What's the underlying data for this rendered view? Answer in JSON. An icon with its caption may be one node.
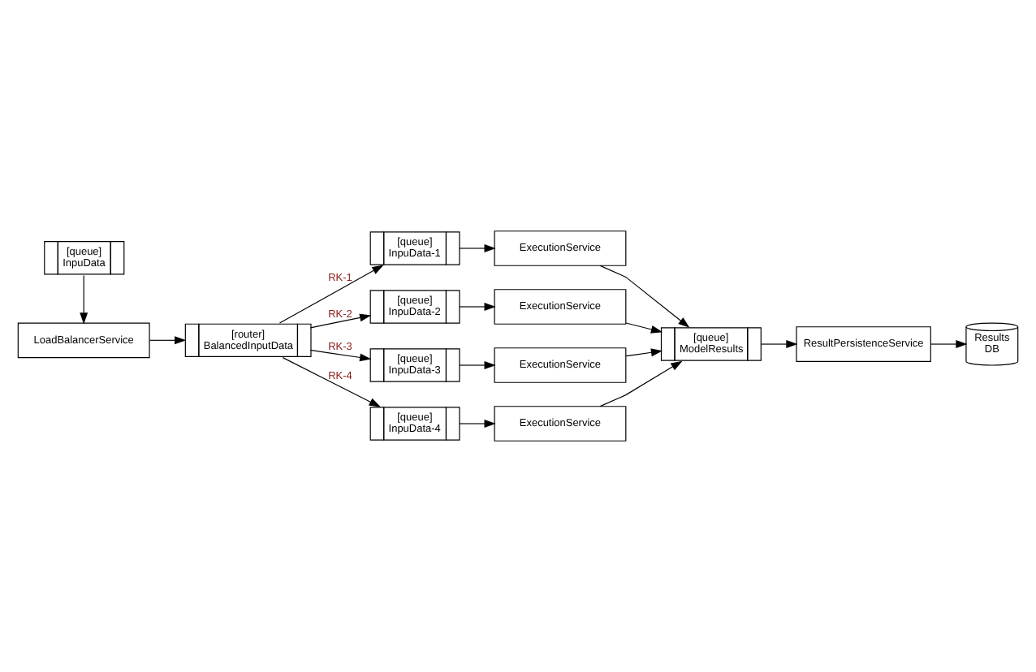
{
  "diagram": {
    "nodes": [
      {
        "text": [
          "[queue]",
          "InpuData"
        ]
      },
      {
        "text": [
          "LoadBalancerService"
        ]
      },
      {
        "text": [
          "[router]",
          "BalancedInputData"
        ]
      },
      {
        "text": [
          "[queue]",
          "InpuData-1"
        ]
      },
      {
        "text": [
          "[queue]",
          "InpuData-2"
        ]
      },
      {
        "text": [
          "[queue]",
          "InpuData-3"
        ]
      },
      {
        "text": [
          "[queue]",
          "InpuData-4"
        ]
      },
      {
        "text": [
          "ExecutionService"
        ]
      },
      {
        "text": [
          "ExecutionService"
        ]
      },
      {
        "text": [
          "ExecutionService"
        ]
      },
      {
        "text": [
          "ExecutionService"
        ]
      },
      {
        "text": [
          "[queue]",
          "ModelResults"
        ]
      },
      {
        "text": [
          "ResultPersistenceService"
        ]
      },
      {
        "text": [
          "Results",
          "DB"
        ]
      }
    ],
    "edges": [
      {
        "from": 0,
        "to": 1,
        "arrow": "to"
      },
      {
        "from": 1,
        "to": 2,
        "arrow": "to"
      },
      {
        "from": 2,
        "to": 3,
        "arrow": "to",
        "label": "RK-1"
      },
      {
        "from": 2,
        "to": 4,
        "arrow": "to",
        "label": "RK-2"
      },
      {
        "from": 2,
        "to": 5,
        "arrow": "to",
        "label": "RK-3"
      },
      {
        "from": 2,
        "to": 6,
        "arrow": "to",
        "label": "RK-4"
      },
      {
        "from": 3,
        "to": 7,
        "arrow": "to"
      },
      {
        "from": 4,
        "to": 8,
        "arrow": "to"
      },
      {
        "from": 5,
        "to": 9,
        "arrow": "to"
      },
      {
        "from": 6,
        "to": 10,
        "arrow": "to"
      },
      {
        "from": 7,
        "to": 11,
        "arrow": "to"
      },
      {
        "from": 8,
        "to": 11,
        "arrow": "to"
      },
      {
        "from": 9,
        "to": 11,
        "arrow": "to"
      },
      {
        "from": 10,
        "to": 11,
        "arrow": "to"
      },
      {
        "from": 11,
        "to": 12,
        "arrow": "to"
      },
      {
        "from": 12,
        "to": 13,
        "arrow": "to"
      }
    ]
  }
}
